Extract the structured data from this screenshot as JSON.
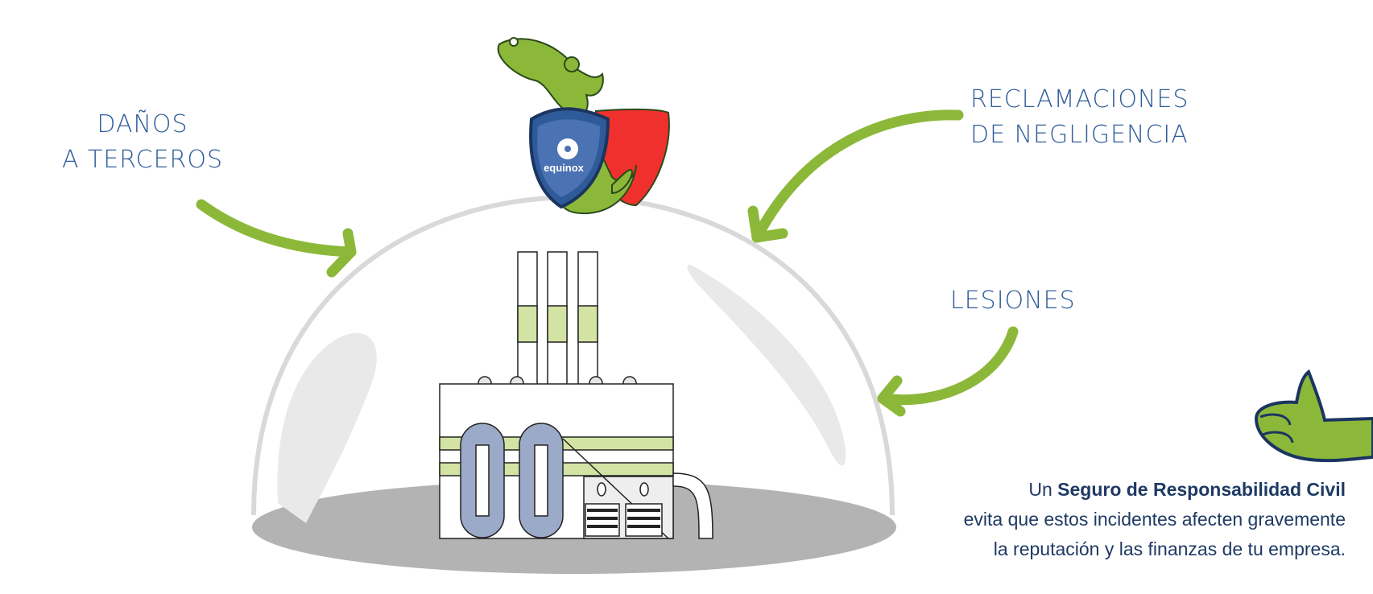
{
  "labels": {
    "danos_line1": "DAÑOS",
    "danos_line2": "A TERCEROS",
    "reclamaciones_line1": "RECLAMACIONES",
    "reclamaciones_line2": "DE NEGLIGENCIA",
    "lesiones": "LESIONES"
  },
  "caption": {
    "line1_prefix": "Un ",
    "line1_bold": "Seguro de Responsabilidad Civil",
    "line2": "evita que estos incidentes afecten gravemente",
    "line3": "la reputación y las finanzas de tu empresa."
  },
  "shield": {
    "brand": "equinox"
  },
  "colors": {
    "arrow": "#8cb83a",
    "label_text": "#2f5d9a",
    "caption_text": "#1e3a63",
    "dragon": "#8cb83a",
    "cape": "#e8342f",
    "shield": "#2f5a9a",
    "dome_floor": "#b3b3b3"
  },
  "icons": [
    "arrow-icon",
    "dragon-mascot",
    "shield-icon",
    "factory-icon",
    "dome-icon",
    "thumbs-up-hand-icon"
  ]
}
